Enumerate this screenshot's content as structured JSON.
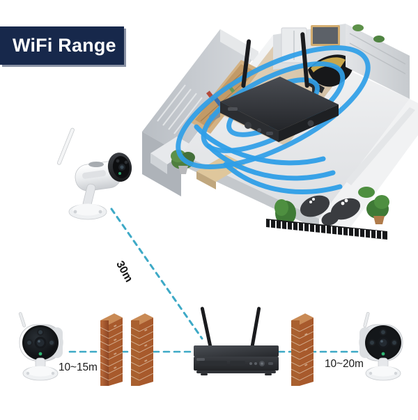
{
  "banner": {
    "title": "WiFi Range",
    "bg_color": "#17284b",
    "text_color": "#ffffff"
  },
  "diagram": {
    "title": "WiFi Range",
    "accent_cyan": "#3da9c6",
    "wifi_ring_color": "#2f9fe8",
    "labels": {
      "diagonal_distance": "30m",
      "left_distance": "10~15m",
      "right_distance": "10~20m"
    },
    "scene_top": {
      "name": "house-cutaway-scene",
      "house_description": "isometric cutaway house interior",
      "wall_color": "#c9cdd2",
      "floor_color": "#e8e9eb",
      "router": {
        "name": "nvr-router-indoor",
        "body_color": "#2f3136",
        "antenna_count": 2,
        "wifi_rings": 3
      },
      "camera": {
        "name": "wifi-camera-outdoor-top",
        "body_color": "#f2f3f5",
        "lens_color": "#1a1a1a"
      },
      "rooms": [
        "bookshelf-room",
        "kitchen",
        "piano-room",
        "bedroom",
        "terrace"
      ]
    },
    "scene_bottom": {
      "name": "range-test-scene",
      "nvr": {
        "name": "nvr-router-bottom",
        "body_color": "#33363b",
        "antenna_count": 2
      },
      "left_camera": {
        "name": "wifi-camera-left",
        "body_color": "#eef0f2"
      },
      "right_camera": {
        "name": "wifi-camera-right",
        "body_color": "#eef0f2"
      },
      "brick_walls": [
        {
          "name": "brick-wall-1",
          "side": "left"
        },
        {
          "name": "brick-wall-2",
          "side": "left"
        },
        {
          "name": "brick-wall-3",
          "side": "right"
        }
      ],
      "brick_color": "#a8552c"
    }
  }
}
